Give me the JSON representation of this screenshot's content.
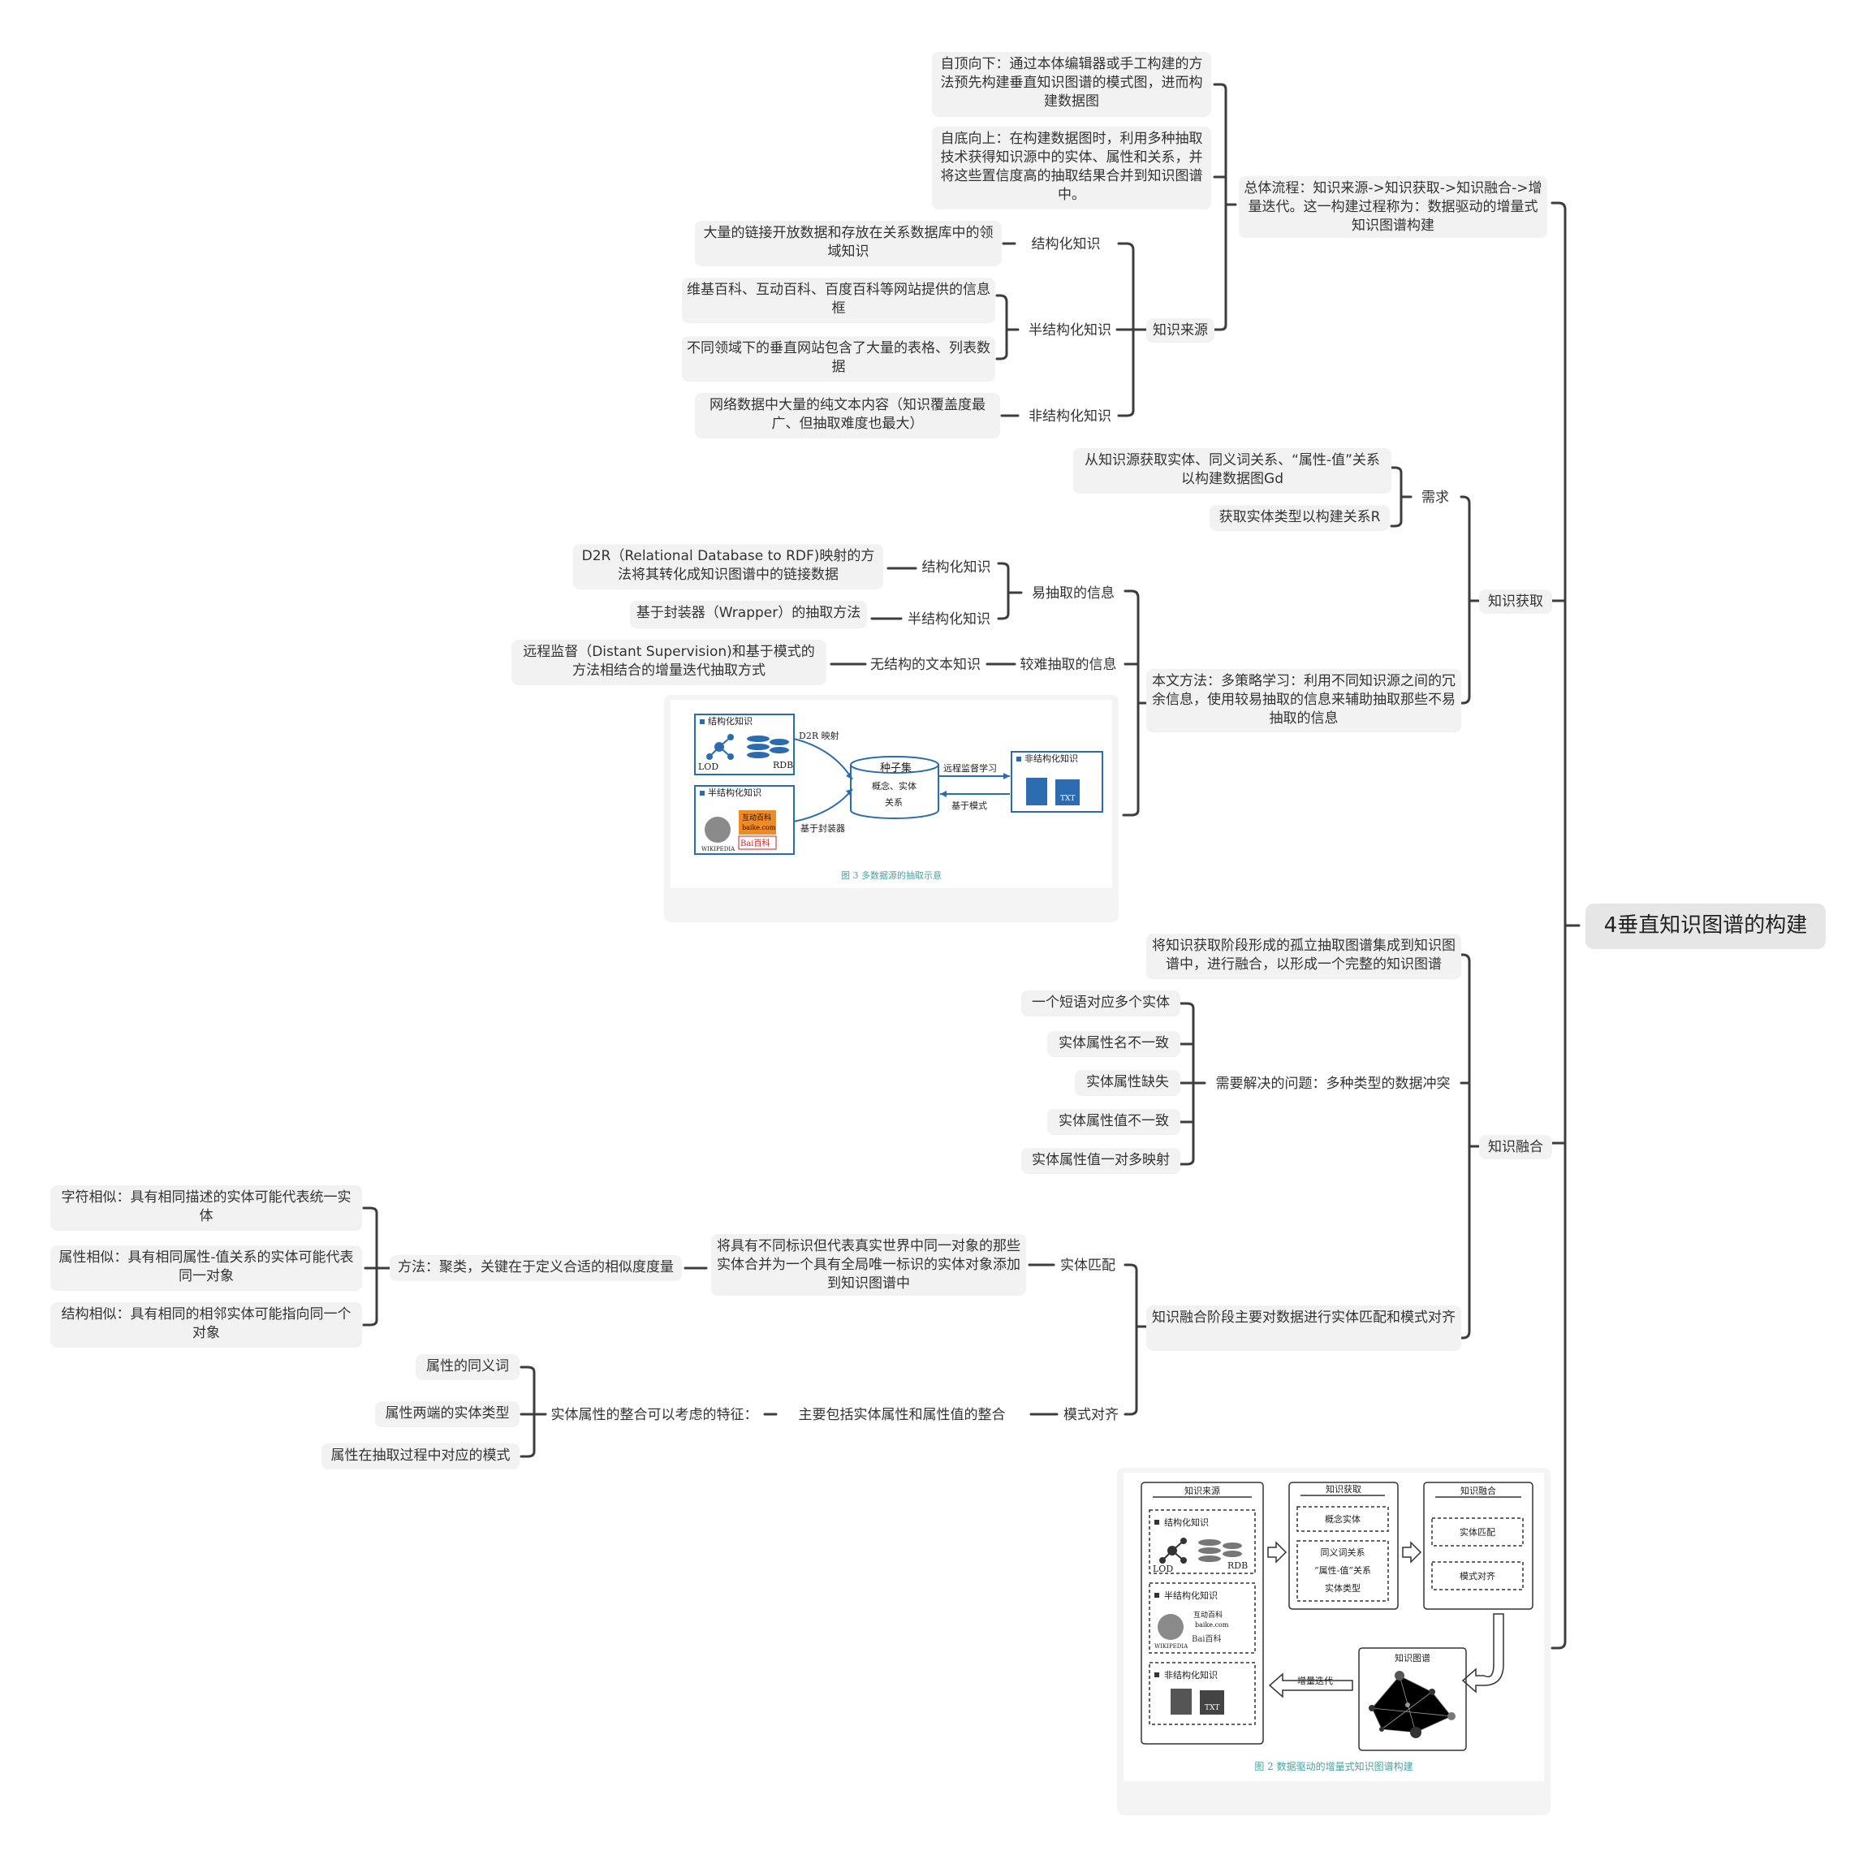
{
  "root": "4垂直知识图谱的构建",
  "branches": {
    "flow": {
      "label": "总体流程：知识来源->知识获取->知识融合->增量迭代。这一构建过程称为：数据驱动的增量式知识图谱构建",
      "top_down": "自顶向下：通过本体编辑器或手工构建的方法预先构建垂直知识图谱的模式图，进而构建数据图",
      "bottom_up": "自底向上：在构建数据图时，利用多种抽取技术获得知识源中的实体、属性和关系，并将这些置信度高的抽取结果合并到知识图谱中。",
      "source": {
        "label": "知识来源",
        "structured": {
          "label": "结构化知识",
          "desc": "大量的链接开放数据和存放在关系数据库中的领域知识"
        },
        "semi": {
          "label": "半结构化知识",
          "desc1": "维基百科、互动百科、百度百科等网站提供的信息框",
          "desc2": "不同领域下的垂直网站包含了大量的表格、列表数据"
        },
        "unstructured": {
          "label": "非结构化知识",
          "desc": "网络数据中大量的纯文本内容（知识覆盖度最广、但抽取难度也最大）"
        }
      }
    },
    "acquire": {
      "label": "知识获取",
      "need": {
        "label": "需求",
        "item1": "从知识源获取实体、同义词关系、“属性-值”关系以构建数据图Gd",
        "item2": "获取实体类型以构建关系R"
      },
      "method": {
        "label": "本文方法：多策略学习：利用不同知识源之间的冗余信息，使用较易抽取的信息来辅助抽取那些不易抽取的信息",
        "easy": {
          "label": "易抽取的信息",
          "structured": {
            "label": "结构化知识",
            "desc": "D2R（Relational Database to RDF)映射的方法将其转化成知识图谱中的链接数据"
          },
          "semi": {
            "label": "半结构化知识",
            "desc": "基于封装器（Wrapper）的抽取方法"
          }
        },
        "hard": {
          "label": "较难抽取的信息",
          "sub": "无结构的文本知识",
          "desc": "远程监督（Distant Supervision)和基于模式的方法相结合的增量迭代抽取方式"
        }
      },
      "figure3": {
        "caption": "图 3  多数据源的抽取示意",
        "structured": "结构化知识",
        "semi": "半结构化知识",
        "unstructured": "非结构化知识",
        "lod": "LOD",
        "rdb": "RDB",
        "d2r": "D2R 映射",
        "wrapper": "基于封装器",
        "seed": "种子集",
        "seed_sub1": "概念、实体",
        "seed_sub2": "关系",
        "distant": "远程监督学习",
        "pattern": "基于模式",
        "hudong": "互动百科",
        "baike": "baike.com",
        "baidu": "Bai百科",
        "wiki": "WIKIPEDIA",
        "txt": "TXT"
      }
    },
    "fusion": {
      "label": "知识融合",
      "desc": "将知识获取阶段形成的孤立抽取图谱集成到知识图谱中，进行融合，以形成一个完整的知识图谱",
      "problems": {
        "label": "需要解决的问题：多种类型的数据冲突",
        "items": [
          "一个短语对应多个实体",
          "实体属性名不一致",
          "实体属性缺失",
          "实体属性值不一致",
          "实体属性值一对多映射"
        ]
      },
      "stage": {
        "label": "知识融合阶段主要对数据进行实体匹配和模式对齐",
        "match": {
          "label": "实体匹配",
          "desc": "将具有不同标识但代表真实世界中同一对象的那些实体合并为一个具有全局唯一标识的实体对象添加到知识图谱中",
          "method": "方法：聚类，关键在于定义合适的相似度度量",
          "sims": [
            "字符相似：具有相同描述的实体可能代表统一实体",
            "属性相似：具有相同属性-值关系的实体可能代表同一对象",
            "结构相似：具有相同的相邻实体可能指向同一个对象"
          ]
        },
        "align": {
          "label": "模式对齐",
          "desc": "主要包括实体属性和属性值的整合",
          "features": "实体属性的整合可以考虑的特征：",
          "items": [
            "属性的同义词",
            "属性两端的实体类型",
            "属性在抽取过程中对应的模式"
          ]
        }
      }
    },
    "figure2": {
      "caption": "图 2  数据驱动的增量式知识图谱构建",
      "col1": "知识来源",
      "col2": "知识获取",
      "col3": "知识融合",
      "structured": "结构化知识",
      "semi": "半结构化知识",
      "unstructured": "非结构化知识",
      "lod": "LOD",
      "rdb": "RDB",
      "concept": "概念实体",
      "rel1": "同义词关系",
      "rel2": "“属性-值”关系",
      "rel3": "实体类型",
      "match": "实体匹配",
      "align": "模式对齐",
      "kg": "知识图谱",
      "incr": "增量迭代",
      "hudong": "互动百科",
      "baike": "baike.com",
      "baidu": "Bai百科",
      "wiki": "WIKIPEDIA",
      "txt": "TXT"
    }
  }
}
